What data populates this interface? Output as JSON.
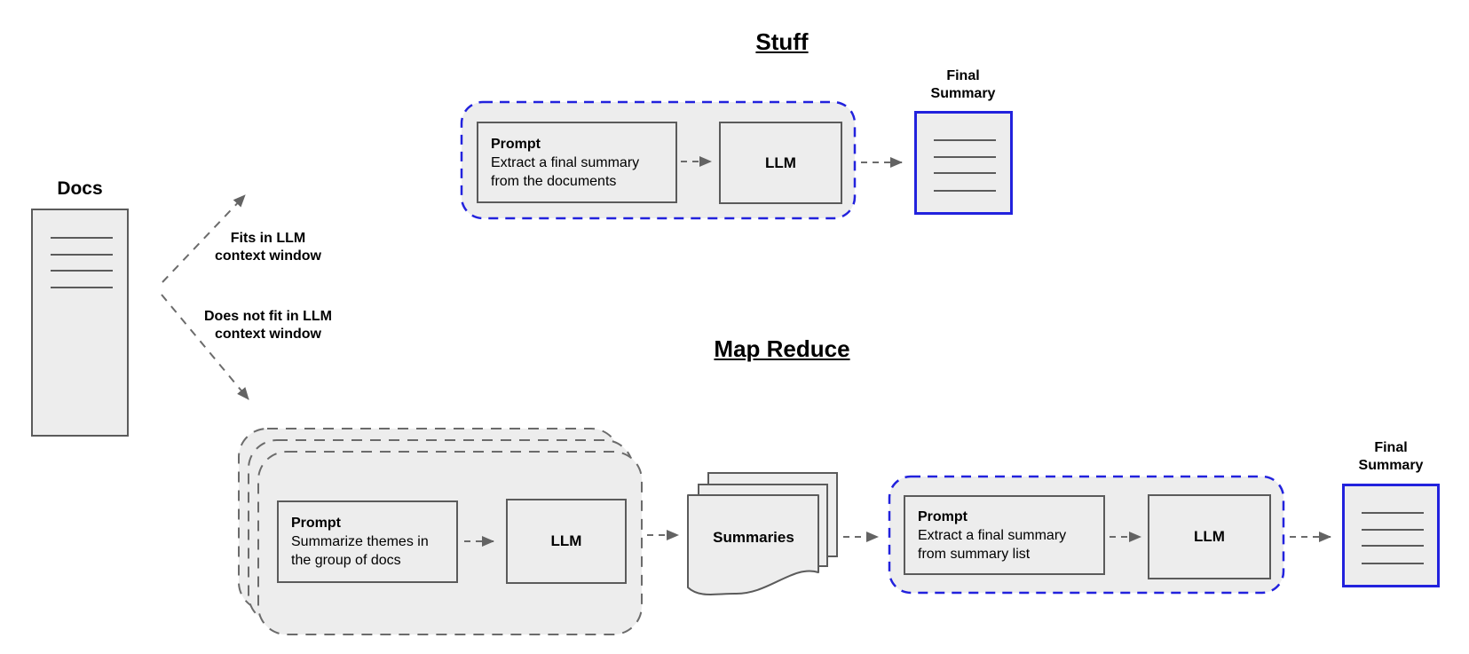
{
  "docs": {
    "title": "Docs"
  },
  "branch_labels": {
    "fits_line1": "Fits in LLM",
    "fits_line2": "context window",
    "notfit_line1": "Does not fit in LLM",
    "notfit_line2": "context window"
  },
  "stuff": {
    "title": "Stuff",
    "prompt_heading": "Prompt",
    "prompt_line1": "Extract a final summary",
    "prompt_line2": "from the documents",
    "llm": "LLM",
    "final_line1": "Final",
    "final_line2": "Summary"
  },
  "map_reduce": {
    "title": "Map Reduce",
    "map_prompt_heading": "Prompt",
    "map_prompt_line1": "Summarize themes in",
    "map_prompt_line2": "the group of docs",
    "map_llm": "LLM",
    "summaries": "Summaries",
    "reduce_prompt_heading": "Prompt",
    "reduce_prompt_line1": "Extract a final summary",
    "reduce_prompt_line2": "from summary list",
    "reduce_llm": "LLM",
    "final_line1": "Final",
    "final_line2": "Summary"
  },
  "colors": {
    "accent_blue": "#2222dd",
    "shape_fill": "#ededed",
    "shape_border": "#5b5b5b",
    "arrow_gray": "#6b6b6b"
  }
}
